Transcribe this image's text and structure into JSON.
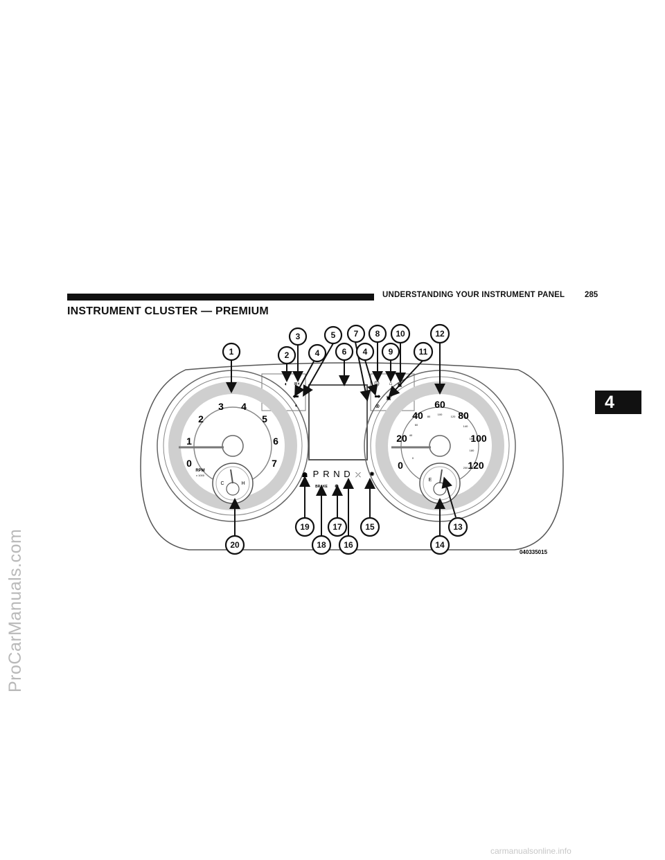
{
  "header": {
    "running_title": "UNDERSTANDING YOUR INSTRUMENT PANEL",
    "page_number": "285"
  },
  "section": {
    "title": "INSTRUMENT CLUSTER — PREMIUM"
  },
  "chapter_tab": {
    "label": "4"
  },
  "figure": {
    "figure_id": "040335015",
    "callouts": [
      "1",
      "2",
      "3",
      "4",
      "5",
      "6",
      "7",
      "8",
      "4",
      "9",
      "10",
      "11",
      "12",
      "13",
      "14",
      "15",
      "16",
      "17",
      "18",
      "19",
      "20"
    ],
    "tachometer": {
      "numbers": [
        "0",
        "1",
        "2",
        "3",
        "4",
        "5",
        "6",
        "7"
      ],
      "label": "RPM",
      "sublabel": "x 1000"
    },
    "temp_gauge": {
      "cold": "C",
      "hot": "H"
    },
    "speedometer": {
      "major_numbers": [
        "0",
        "20",
        "40",
        "60",
        "80",
        "100",
        "120"
      ],
      "minor_numbers": [
        "0",
        "40",
        "60",
        "80",
        "100",
        "120",
        "140",
        "160",
        "180",
        "200"
      ]
    },
    "fuel_gauge": {
      "empty": "E"
    },
    "prnd": {
      "p": "P",
      "r": "R",
      "n": "N",
      "d": "D",
      "brake": "BRAKE"
    }
  },
  "watermarks": {
    "side": "ProCarManuals.com",
    "bottom": "carmanualsonline.info"
  }
}
